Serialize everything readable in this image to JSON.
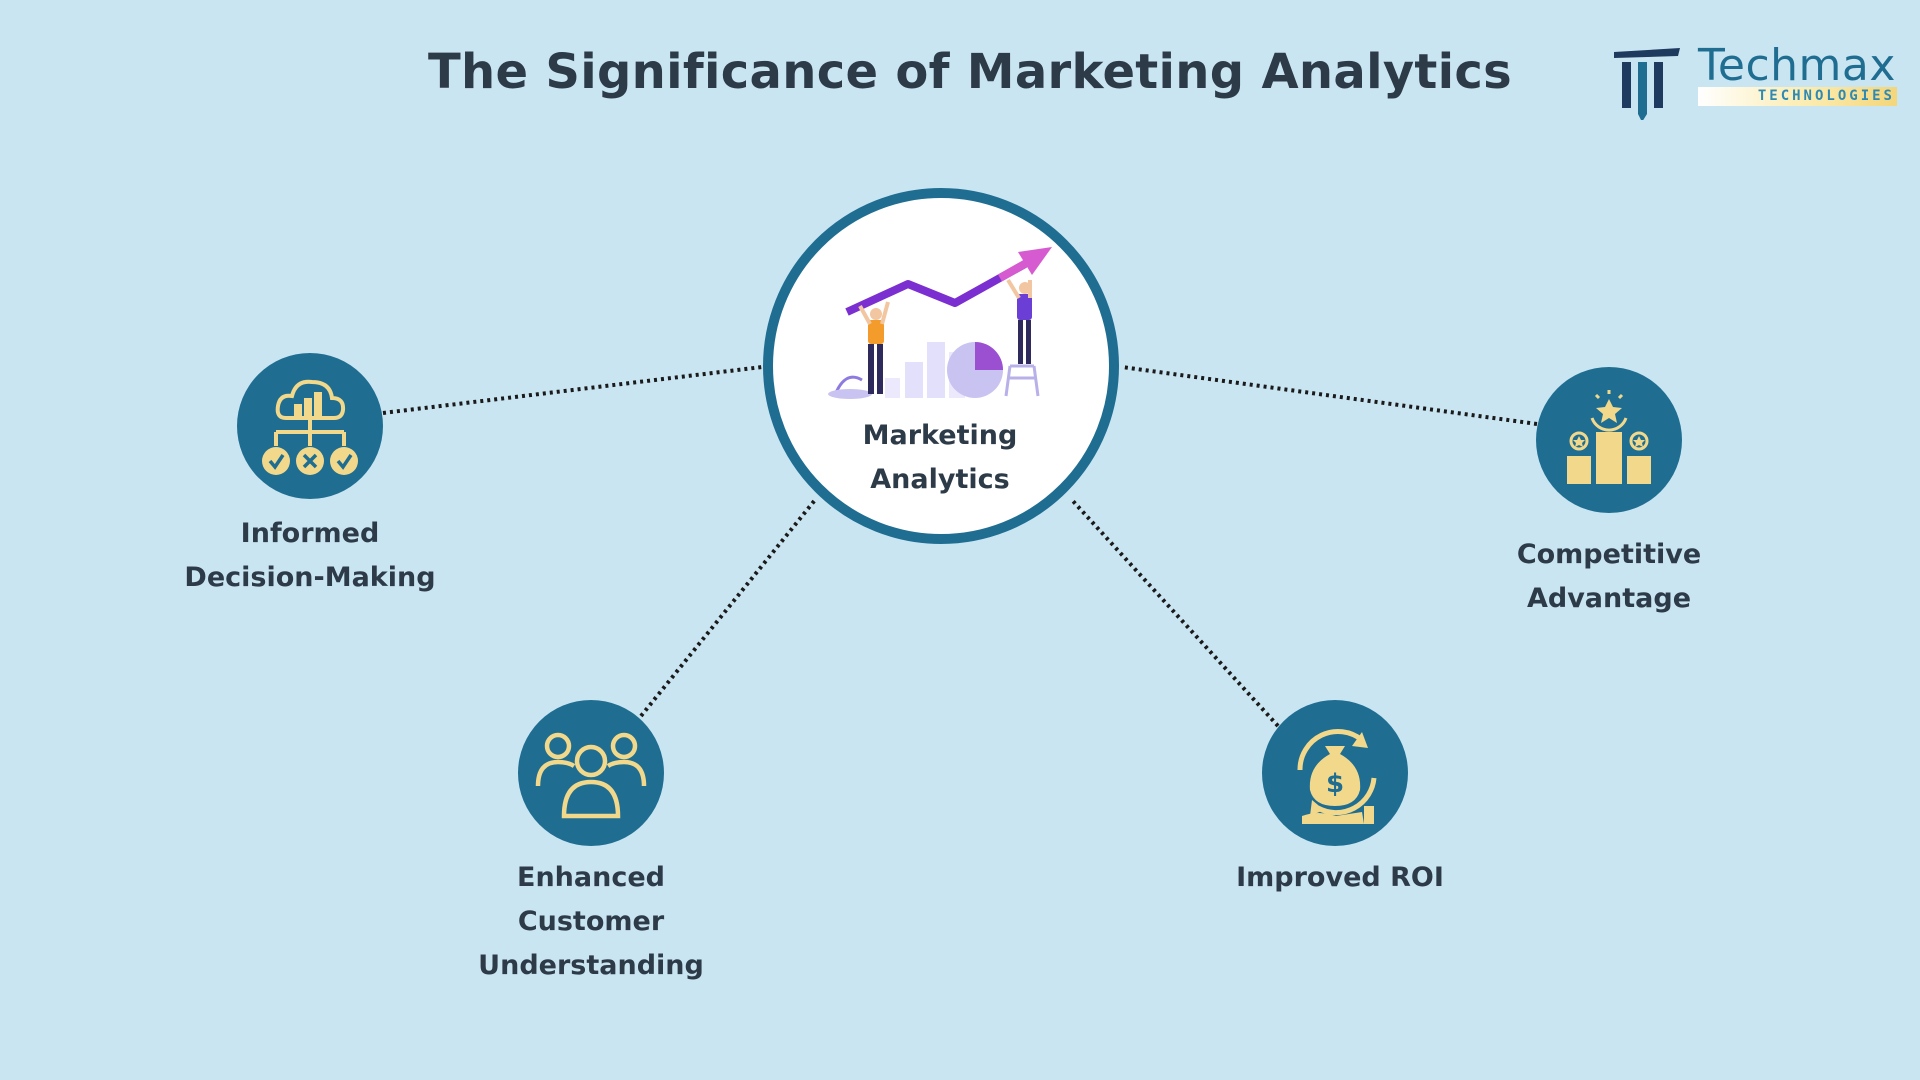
{
  "title": "The Significance of Marketing Analytics",
  "brand": {
    "name": "Techmax",
    "subtitle": "TECHNOLOGIES"
  },
  "center": {
    "label_line1": "Marketing",
    "label_line2": "Analytics",
    "icon": "growth-chart-illustration"
  },
  "nodes": [
    {
      "key": "informed",
      "line1": "Informed",
      "line2": "Decision-Making",
      "icon": "cloud-decision-tree-icon"
    },
    {
      "key": "customer",
      "line1": "Enhanced",
      "line2": "Customer",
      "line3": "Understanding",
      "icon": "user-group-icon"
    },
    {
      "key": "roi",
      "line1": "Improved ROI",
      "icon": "money-bag-hand-icon"
    },
    {
      "key": "competitive",
      "line1": "Competitive",
      "line2": "Advantage",
      "icon": "podium-star-icon"
    }
  ],
  "colors": {
    "background": "#cae5f2",
    "node_fill": "#1f6e92",
    "icon_fill": "#f2d88b",
    "text": "#2d3a48",
    "connector": "#1a1a1a"
  }
}
